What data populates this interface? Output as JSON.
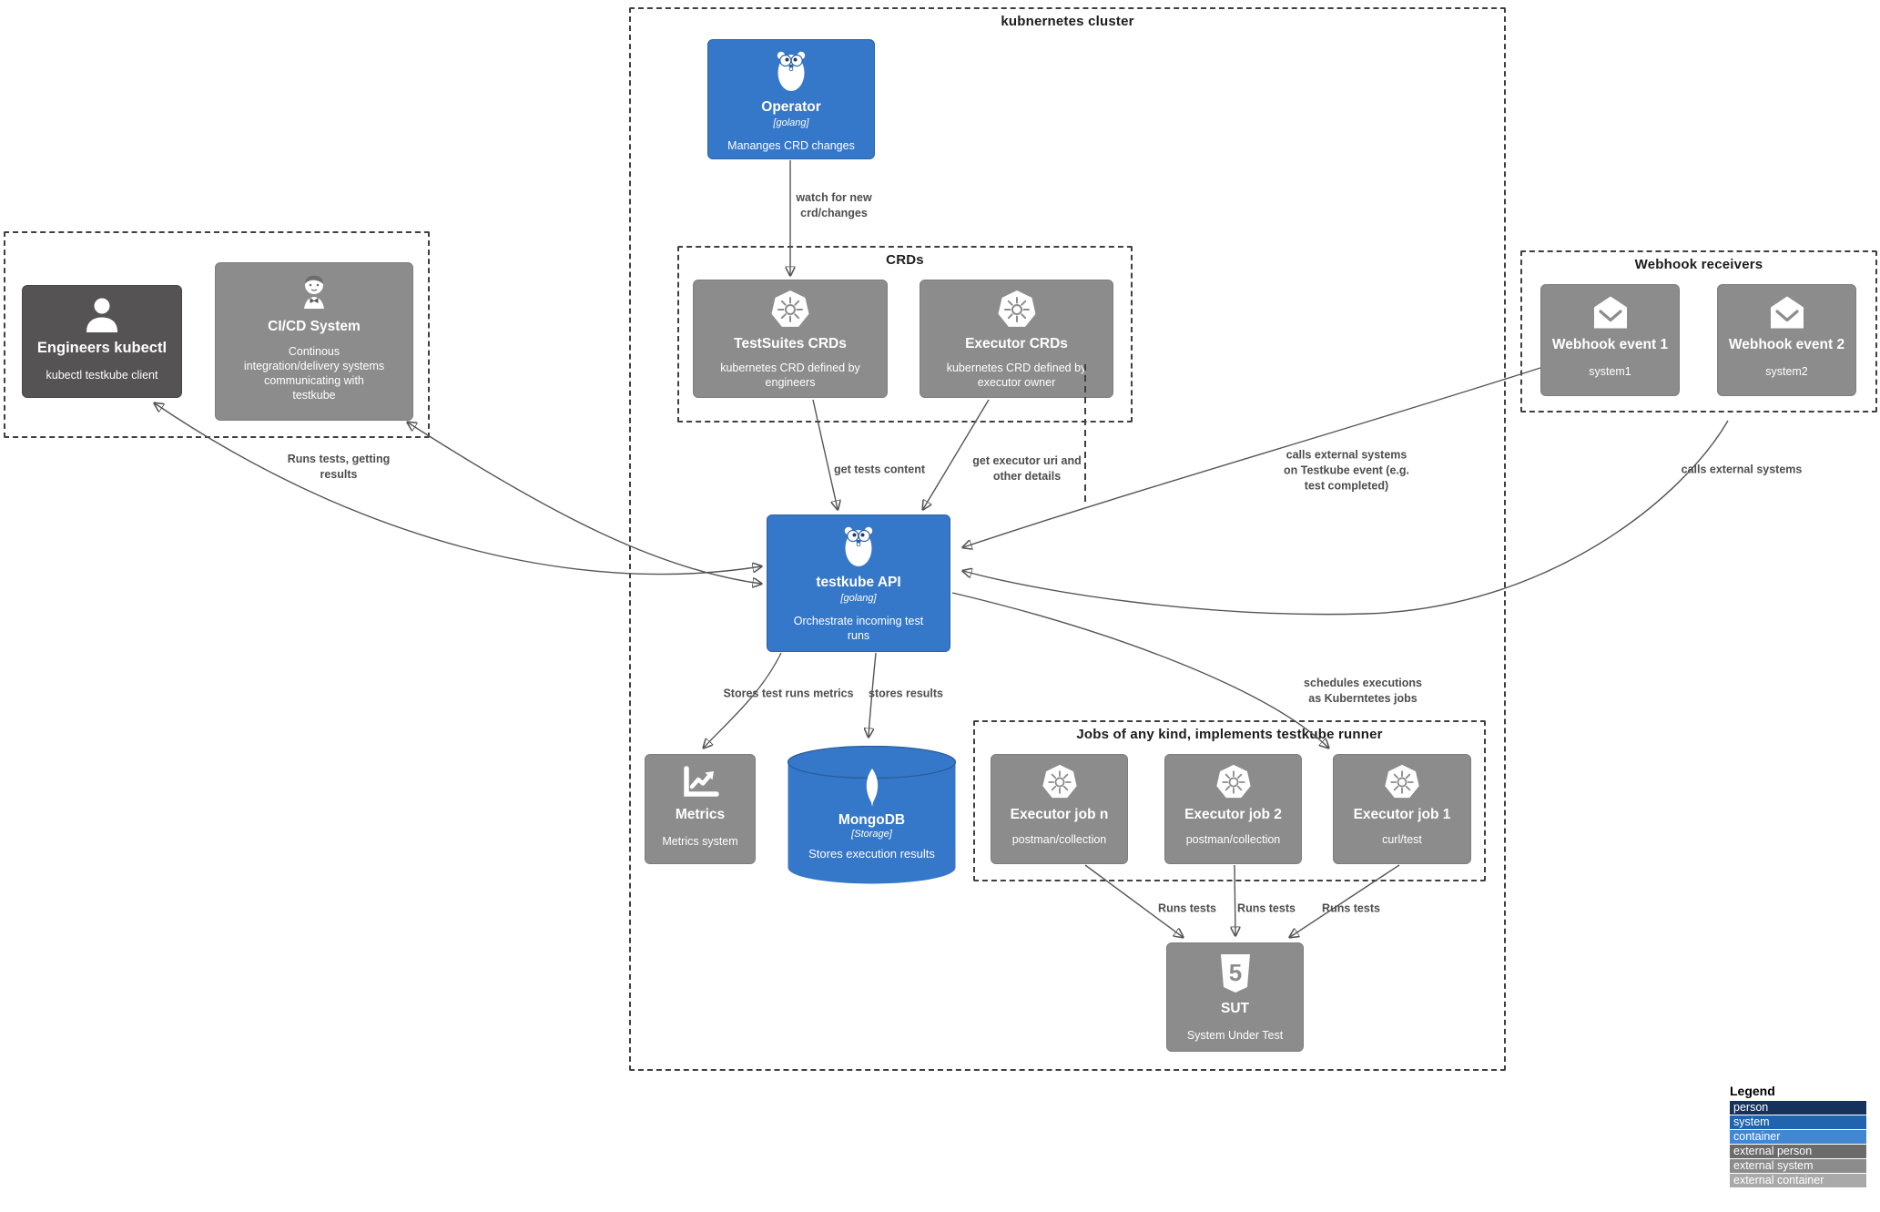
{
  "boundaries": {
    "cluster": {
      "title": "kubnernetes cluster"
    },
    "crds": {
      "title": "CRDs"
    },
    "webhooks": {
      "title": "Webhook receivers"
    },
    "jobs": {
      "title": "Jobs of any kind, implements testkube runner"
    }
  },
  "nodes": {
    "operator": {
      "title": "Operator",
      "meta": "[golang]",
      "desc": "Mananges CRD changes"
    },
    "testsuites_crds": {
      "title": "TestSuites CRDs",
      "desc": "kubernetes CRD defined by\nengineers"
    },
    "executor_crds": {
      "title": "Executor CRDs",
      "desc": "kubernetes CRD defined by\nexecutor owner"
    },
    "engineers": {
      "title": "Engineers kubectl",
      "desc": "kubectl testkube client"
    },
    "cicd": {
      "title": "CI/CD System",
      "desc": "Continous\nintegration/delivery systems\ncommunicating with\ntestkube"
    },
    "webhook1": {
      "title": "Webhook event 1",
      "desc": "system1"
    },
    "webhook2": {
      "title": "Webhook event 2",
      "desc": "system2"
    },
    "api": {
      "title": "testkube API",
      "meta": "[golang]",
      "desc": "Orchestrate incoming test\nruns"
    },
    "metrics": {
      "title": "Metrics",
      "desc": "Metrics system"
    },
    "mongodb": {
      "title": "MongoDB",
      "meta": "[Storage]",
      "desc": "Stores execution results"
    },
    "job_n": {
      "title": "Executor job n",
      "desc": "postman/collection"
    },
    "job_2": {
      "title": "Executor job 2",
      "desc": "postman/collection"
    },
    "job_1": {
      "title": "Executor job 1",
      "desc": "curl/test"
    },
    "sut": {
      "title": "SUT",
      "desc": "System Under Test"
    }
  },
  "edges": {
    "watch": "watch for new\ncrd/changes",
    "get_tests": "get tests content",
    "get_executor": "get executor uri and\nother details",
    "calls_event": "calls external systems\non Testkube event (e.g.\ntest completed)",
    "calls_external": "calls external systems",
    "runs_results": "Runs tests, getting\nresults",
    "stores_metrics": "Stores test runs metrics",
    "stores_results": "stores results",
    "schedules": "schedules executions\nas Kuberntetes jobs",
    "runs_tests_1": "Runs tests",
    "runs_tests_2": "Runs tests",
    "runs_tests_3": "Runs tests"
  },
  "legend": {
    "title": "Legend",
    "items": [
      {
        "label": "person",
        "color": "#16325c",
        "style": "background:#16325c"
      },
      {
        "label": "system",
        "color": "#2063ae",
        "style": "background:#2063ae"
      },
      {
        "label": "container",
        "color": "#4187d2",
        "style": "background:#4187d2"
      },
      {
        "label": "external person",
        "color": "#6b6b6b",
        "style": "background:#6b6b6b"
      },
      {
        "label": "external system",
        "color": "#8c8c8c",
        "style": "background:#8c8c8c"
      },
      {
        "label": "external container",
        "color": "#a9a9a9",
        "style": "background:#a9a9a9"
      }
    ]
  },
  "colors": {
    "container_blue": "#3577c8",
    "external_gray": "#8c8c8c",
    "person_dark": "#555353",
    "edge": "#555555"
  }
}
